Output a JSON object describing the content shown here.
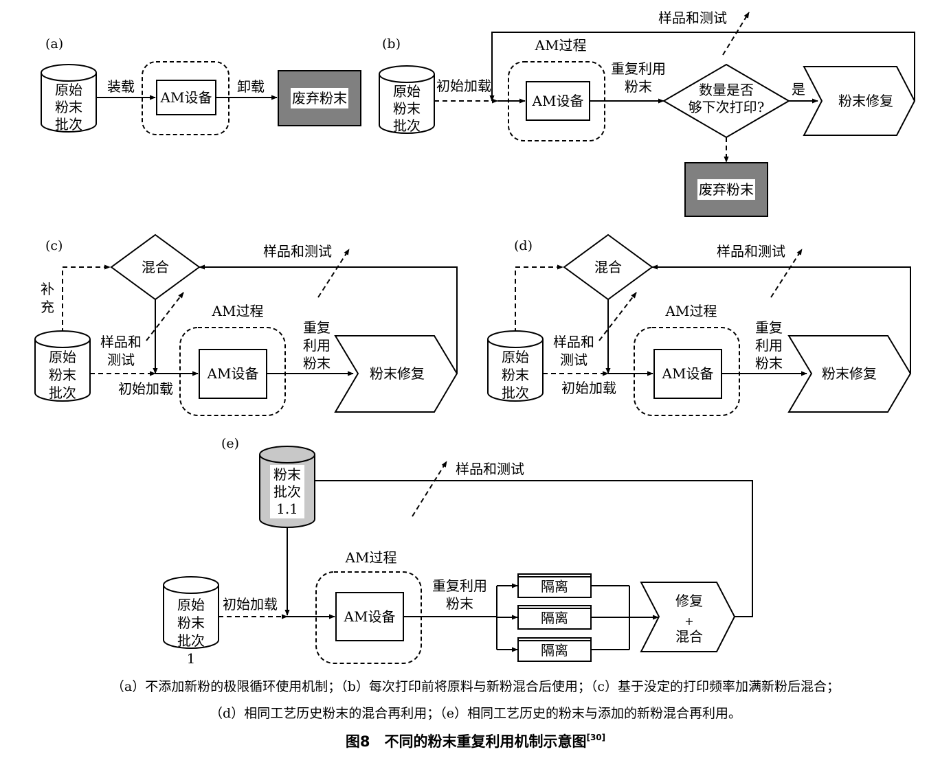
{
  "panels": {
    "a": {
      "label": "(a)",
      "raw_batch": [
        "原始",
        "粉末",
        "批次"
      ],
      "load": "装载",
      "machine": "AM设备",
      "unload": "卸载",
      "waste": "废弃粉末"
    },
    "b": {
      "label": "(b)",
      "raw_batch": [
        "原始",
        "粉末",
        "批次"
      ],
      "initial_load": "初始加载",
      "process": "AM过程",
      "machine": "AM设备",
      "reuse": [
        "重复利用",
        "粉末"
      ],
      "decision": [
        "数量是否",
        "够下次打印?"
      ],
      "yes": "是",
      "refurb": "粉末修复",
      "sample": "样品和测试",
      "waste": "废弃粉末"
    },
    "c": {
      "label": "(c)",
      "mix": "混合",
      "sample_top": "样品和测试",
      "replenish": [
        "补",
        "充"
      ],
      "raw_batch": [
        "原始",
        "粉末",
        "批次"
      ],
      "sample_side": [
        "样品和",
        "测试"
      ],
      "initial_load": "初始加载",
      "process": "AM过程",
      "machine": "AM设备",
      "reuse": [
        "重复",
        "利用",
        "粉末"
      ],
      "refurb": "粉末修复"
    },
    "d": {
      "label": "(d)",
      "mix": "混合",
      "sample_top": "样品和测试",
      "raw_batch": [
        "原始",
        "粉末",
        "批次"
      ],
      "sample_side": [
        "样品和",
        "测试"
      ],
      "initial_load": "初始加载",
      "process": "AM过程",
      "machine": "AM设备",
      "reuse": [
        "重复",
        "利用",
        "粉末"
      ],
      "refurb": "粉末修复"
    },
    "e": {
      "label": "(e)",
      "batch11": [
        "粉末",
        "批次",
        "1.1"
      ],
      "sample": "样品和测试",
      "process": "AM过程",
      "raw_batch": [
        "原始",
        "粉末",
        "批次",
        "1"
      ],
      "initial_load": "初始加载",
      "machine": "AM设备",
      "reuse": [
        "重复利用",
        "粉末"
      ],
      "quarantine": [
        "隔离",
        "隔离",
        "隔离"
      ],
      "refurb_mix": [
        "修复",
        "+",
        "混合"
      ]
    }
  },
  "caption": {
    "line1": "（a）不添加新粉的极限循环使用机制；（b）每次打印前将原料与新粉混合后使用；（c）基于没定的打印频率加满新粉后混合；",
    "line2": "（d）相同工艺历史粉末的混合再利用；（e）相同工艺历史的粉末与添加的新粉混合再利用。",
    "title": "图8　不同的粉末重复利用机制示意图",
    "ref": "[30]"
  }
}
